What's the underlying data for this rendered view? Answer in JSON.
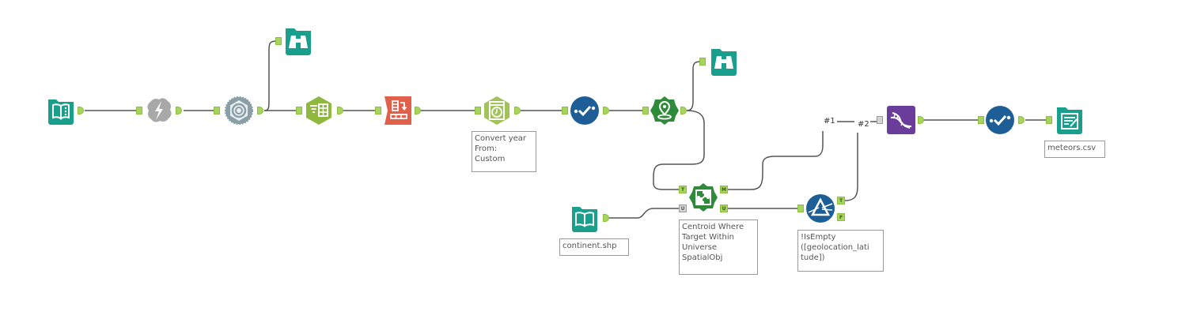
{
  "workflow": {
    "tools": [
      {
        "id": "input-data",
        "icon": "book-input-icon",
        "color": "#1a9f8c"
      },
      {
        "id": "dynamic-input",
        "icon": "lightning-cloud-icon",
        "color": "#a8a8a8"
      },
      {
        "id": "macro-gear",
        "icon": "gear-macro-icon",
        "color": "#8a9ea8"
      },
      {
        "id": "browse-1",
        "icon": "binoculars-icon",
        "color": "#1a9f8c"
      },
      {
        "id": "select",
        "icon": "select-columns-icon",
        "color": "#8fb83f"
      },
      {
        "id": "cross-tab",
        "icon": "transpose-icon",
        "color": "#e0604a"
      },
      {
        "id": "datetime",
        "icon": "clock-icon",
        "color": "#a1c35a"
      },
      {
        "id": "check-1",
        "icon": "checkmark-node-icon",
        "color": "#1e5e96"
      },
      {
        "id": "create-points",
        "icon": "map-pin-icon",
        "color": "#2e8b3a"
      },
      {
        "id": "browse-2",
        "icon": "binoculars-icon",
        "color": "#1a9f8c"
      },
      {
        "id": "continent-input",
        "icon": "book-input-icon",
        "color": "#1a9f8c"
      },
      {
        "id": "spatial-match",
        "icon": "puzzle-icon",
        "color": "#2e8b3a"
      },
      {
        "id": "filter",
        "icon": "filter-prism-icon",
        "color": "#1e5e96"
      },
      {
        "id": "join-multiple",
        "icon": "dna-icon",
        "color": "#6a3d9a"
      },
      {
        "id": "check-2",
        "icon": "checkmark-node-icon",
        "color": "#1e5e96"
      },
      {
        "id": "output-data",
        "icon": "output-file-icon",
        "color": "#1a9f8c"
      }
    ],
    "annotations": {
      "datetime": "Convert year\nFrom:\nCustom",
      "continent": "continent.shp",
      "spatial_match": "Centroid Where\nTarget Within\nUniverse\nSpatialObj",
      "filter": "!IsEmpty\n([geolocation_lati\ntude])",
      "output": "meteors.csv"
    },
    "anchor_labels": {
      "target": "T",
      "universe": "U",
      "matched": "M",
      "unmatched": "U",
      "true": "T",
      "false": "F"
    },
    "connection_labels": {
      "join_in_1": "#1",
      "join_in_2": "#2"
    }
  },
  "colors": {
    "anchor": "#a6d45e",
    "connection": "#555555",
    "annotation_border": "#9a9a9a"
  }
}
